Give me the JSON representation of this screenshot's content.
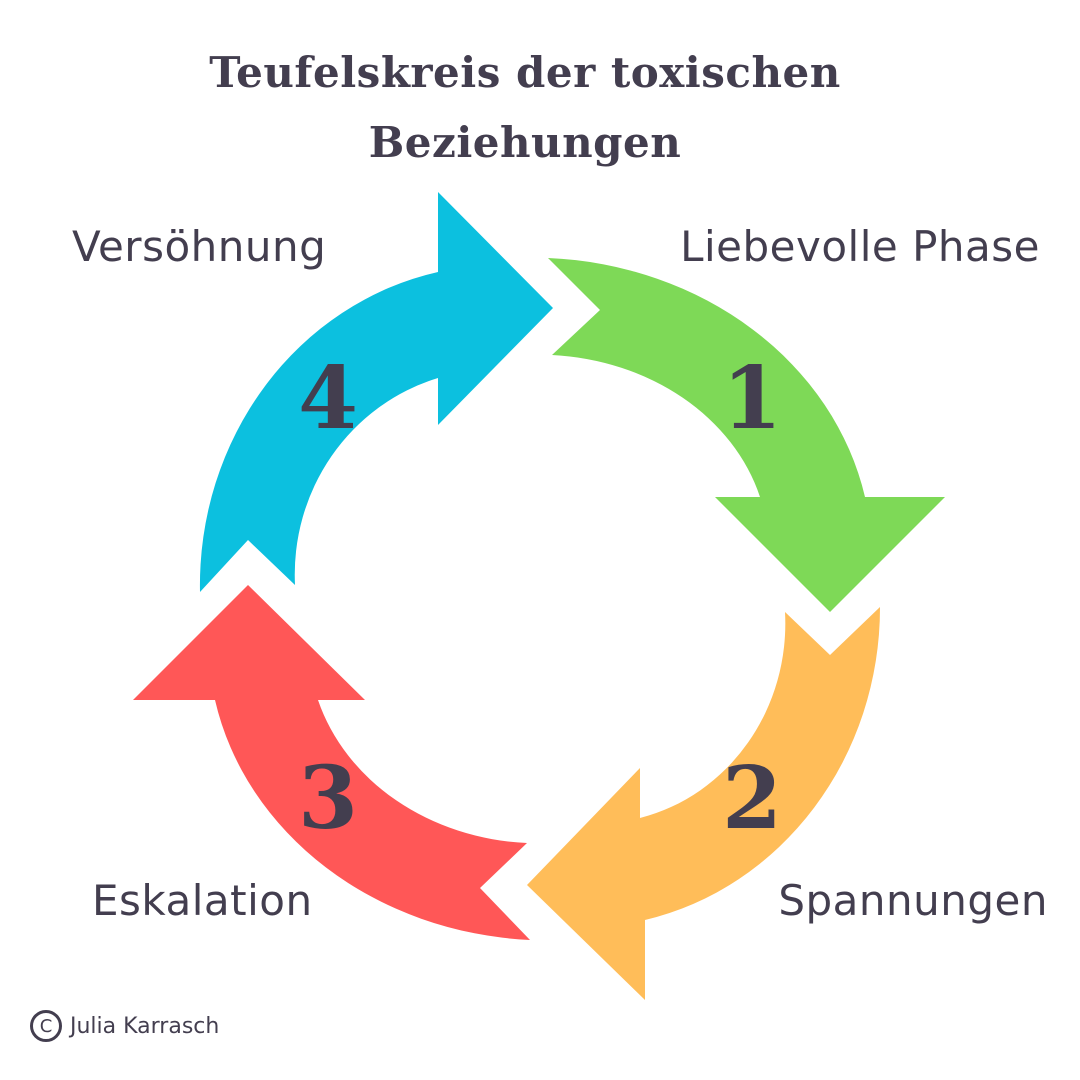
{
  "title": {
    "line1": "Teufelskreis der toxischen",
    "line2": "Beziehungen"
  },
  "phases": [
    {
      "number": "1",
      "label": "Liebevolle Phase",
      "color": "#7ed957"
    },
    {
      "number": "2",
      "label": "Spannungen",
      "color": "#ffbd59"
    },
    {
      "number": "3",
      "label": "Eskalation",
      "color": "#ff5757"
    },
    {
      "number": "4",
      "label": "Versöhnung",
      "color": "#0cc0df"
    }
  ],
  "credit": {
    "symbol": "C",
    "author": "Julia Karrasch"
  },
  "colors": {
    "text": "#433e4f",
    "background": "#ffffff"
  }
}
